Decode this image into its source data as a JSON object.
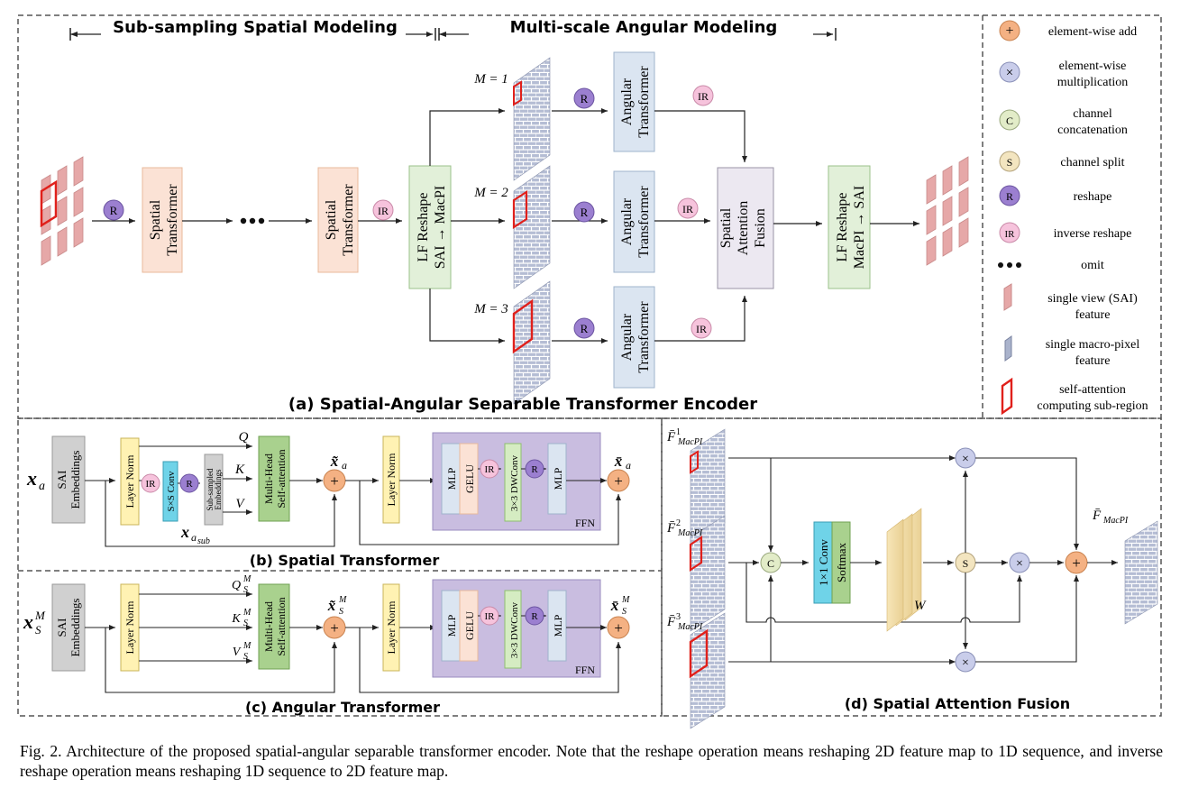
{
  "headers": {
    "spatial": "Sub-sampling Spatial Modeling",
    "angular": "Multi-scale Angular Modeling"
  },
  "panel_a": {
    "title": "(a) Spatial-Angular Separable Transformer Encoder",
    "spatial_transformer": "Spatial Transformer",
    "angular_transformer": "Angular Transformer",
    "reshape_in": [
      "LF Reshape",
      "SAI → MacPI"
    ],
    "reshape_out": [
      "LF Reshape",
      "MacPI → SAI"
    ],
    "fusion": [
      "Spatial",
      "Attention",
      "Fusion"
    ],
    "m1": "M = 1",
    "m2": "M = 2",
    "m3": "M = 3",
    "ops": {
      "R": "R",
      "IR": "IR",
      "C": "C",
      "S": "S",
      "add": "+",
      "mul": "×"
    }
  },
  "legend": {
    "items": [
      "element-wise add",
      "element-wise multiplication",
      "channel concatenation",
      "channel split",
      "reshape",
      "inverse reshape",
      "omit",
      "single view (SAI) feature",
      "single macro-pixel feature",
      "self-attention computing sub-region"
    ]
  },
  "panel_b": {
    "title": "(b) Spatial Transformer",
    "input": "x",
    "input_sub": "a",
    "sai_embeddings": "SAI Embeddings",
    "layer_norm": "Layer Norm",
    "sxs_conv": "S×S Conv",
    "subsampled": "Sub-sampled Embeddings",
    "mhsa": "Multi-Head Self-attention",
    "q": "Q",
    "k": "K",
    "v": "V",
    "x_sub": "x",
    "x_sub_sub": "a",
    "x_sub_subsub": "sub",
    "mlp": "MLP",
    "gelu": "GELU",
    "dwconv": "3×3 DWConv",
    "ffn": "FFN"
  },
  "panel_c": {
    "title": "(c) Angular Transformer",
    "input": "x",
    "sub": "S",
    "sup": "M"
  },
  "panel_d": {
    "title": "(d) Spatial Attention Fusion",
    "f_label": "F",
    "f_sub": "MacPI",
    "f_sups": [
      "1",
      "2",
      "3"
    ],
    "conv": "1×1 Conv",
    "softmax": "Softmax",
    "w": "W"
  },
  "caption": "Fig. 2.  Architecture of the proposed spatial-angular separable transformer encoder. Note that the reshape operation means reshaping 2D feature map to 1D sequence, and inverse reshape operation means reshaping 1D sequence to 2D feature map.",
  "colors": {
    "spatial": "#fbe2d5",
    "spatial_border": "#e8b99b",
    "angular": "#dbe5f1",
    "angular_border": "#9fb4cc",
    "reshape": "#e2f0d9",
    "reshape_border": "#9bc28a",
    "fusion": "#ece8f1",
    "embed": "#d0d0d0",
    "layernorm": "#fff2b3",
    "mhsa": "#a9d18e",
    "conv": "#6fd3e8",
    "ffn": "#c9bde0",
    "gelu": "#fbe2d5",
    "mlp": "#dbe5f1",
    "dwconv": "#d5ecc2",
    "circle_add": "#f4b183",
    "circle_mul": "#c9cdea",
    "circle_c": "#e2ecc8",
    "circle_s": "#f3e5c0",
    "circle_r": "#9b7fd0",
    "circle_ir": "#f6c3dc",
    "sai": "#e6a8a8",
    "macpi": "#aab3cc",
    "red": "#e0201b"
  }
}
